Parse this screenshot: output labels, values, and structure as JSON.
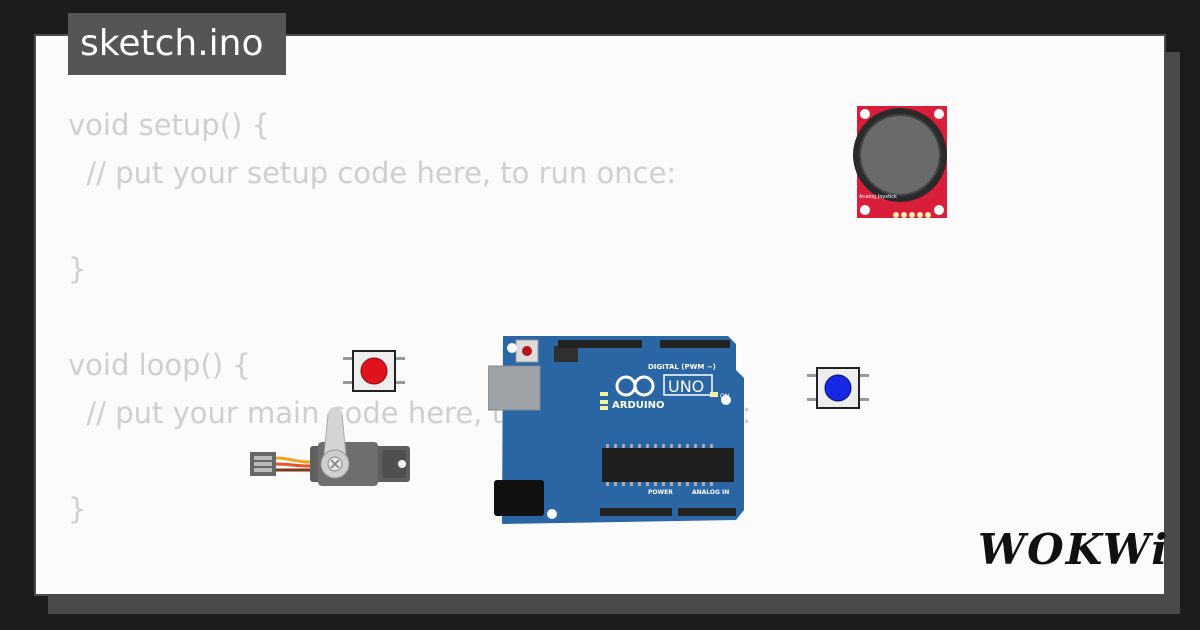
{
  "editor": {
    "filename": "sketch.ino",
    "code": "void setup() {\n  // put your setup code here, to run once:\n\n}\n\nvoid loop() {\n  // put your main code here, to run repeatedly:\n\n}"
  },
  "brand": {
    "name": "WOKWi"
  },
  "components": {
    "arduino": {
      "brand_label": "ARDUINO",
      "model_label": "UNO",
      "digital_label": "DIGITAL (PWM ~)",
      "power_label": "POWER",
      "analog_label": "ANALOG IN",
      "on_label": "ON"
    },
    "joystick": {
      "label": "Analog Joystick"
    },
    "button_red": {
      "color": "#e0121b"
    },
    "button_blue": {
      "color": "#1428e6"
    },
    "servo": {
      "wire_colors": [
        "#f6a21c",
        "#e8542a",
        "#7b3a1e"
      ]
    }
  },
  "colors": {
    "board": "#2a66a4",
    "joystick_pcb": "#d81e3a",
    "servo_body": "#6e6e6e"
  }
}
